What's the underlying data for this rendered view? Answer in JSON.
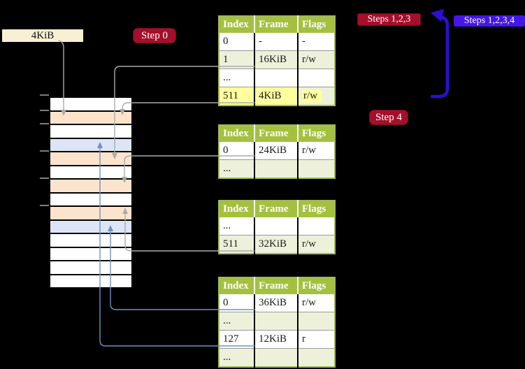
{
  "diagram": {
    "frame_label": "4KiB",
    "badges": {
      "step0": "Step 0",
      "steps123": "Steps 1,2,3",
      "steps1234": "Steps 1,2,3,4",
      "step4": "Step 4"
    },
    "memory": {
      "rows": [
        {
          "type": "free"
        },
        {
          "type": "page-table"
        },
        {
          "type": "free"
        },
        {
          "type": "mapped"
        },
        {
          "type": "page-table"
        },
        {
          "type": "free"
        },
        {
          "type": "page-table"
        },
        {
          "type": "free"
        },
        {
          "type": "page-table"
        },
        {
          "type": "mapped"
        },
        {
          "type": "free"
        },
        {
          "type": "free"
        },
        {
          "type": "free"
        },
        {
          "type": "free"
        }
      ]
    },
    "tables": [
      {
        "columns": [
          "Index",
          "Frame",
          "Flags"
        ],
        "rows": [
          {
            "cells": [
              "0",
              "-",
              "-"
            ],
            "highlight": false
          },
          {
            "cells": [
              "1",
              "16KiB",
              "r/w"
            ],
            "highlight": false
          },
          {
            "cells": [
              "...",
              "",
              ""
            ],
            "highlight": false
          },
          {
            "cells": [
              "511",
              "4KiB",
              "r/w"
            ],
            "highlight": true
          }
        ]
      },
      {
        "columns": [
          "Index",
          "Frame",
          "Flags"
        ],
        "rows": [
          {
            "cells": [
              "0",
              "24KiB",
              "r/w"
            ],
            "highlight": false
          },
          {
            "cells": [
              "...",
              "",
              ""
            ],
            "highlight": false
          }
        ]
      },
      {
        "columns": [
          "Index",
          "Frame",
          "Flags"
        ],
        "rows": [
          {
            "cells": [
              "...",
              "",
              ""
            ],
            "highlight": false
          },
          {
            "cells": [
              "511",
              "32KiB",
              "r/w"
            ],
            "highlight": false
          }
        ]
      },
      {
        "columns": [
          "Index",
          "Frame",
          "Flags"
        ],
        "rows": [
          {
            "cells": [
              "0",
              "36KiB",
              "r/w"
            ],
            "highlight": false
          },
          {
            "cells": [
              "...",
              "",
              ""
            ],
            "highlight": false
          },
          {
            "cells": [
              "127",
              "12KiB",
              "r"
            ],
            "highlight": false
          },
          {
            "cells": [
              "...",
              "",
              ""
            ],
            "highlight": false
          }
        ]
      }
    ],
    "colors": {
      "crimson-badge": "#a50f2b",
      "blue-badge": "#4517e6",
      "arrow-blue": "#2b10d2",
      "table-header-green": "#a3c13f",
      "table-row-green": "#edf1da",
      "table-border": "#a2b85e",
      "highlight-yellow": "#ffff9e",
      "frame-label-bg": "#f9efd2",
      "page-table-frame": "#fce4cc",
      "mapped-frame": "#dbe5f5",
      "connector-gray": "#ababab",
      "connector-blue": "#7090c5",
      "tick-gray": "#7d7d7d"
    }
  }
}
